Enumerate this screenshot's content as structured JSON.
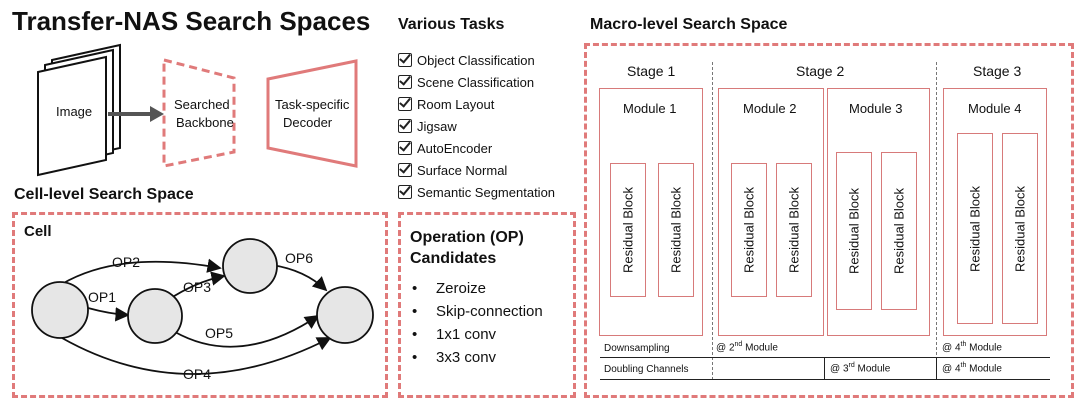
{
  "title": "Transfer-NAS Search Spaces",
  "pipeline": {
    "input": "Image",
    "backbone": [
      "Searched",
      "Backbone"
    ],
    "decoder": [
      "Task-specific",
      "Decoder"
    ]
  },
  "tasks": {
    "heading": "Various Tasks",
    "items": [
      "Object Classification",
      "Scene Classification",
      "Room Layout",
      "Jigsaw",
      "AutoEncoder",
      "Surface Normal",
      "Semantic Segmentation"
    ]
  },
  "cell_space": {
    "heading": "Cell-level Search Space",
    "cell_label": "Cell",
    "ops": [
      "OP1",
      "OP2",
      "OP3",
      "OP4",
      "OP5",
      "OP6"
    ]
  },
  "op_candidates": {
    "heading": [
      "Operation (OP)",
      "Candidates"
    ],
    "items": [
      "Zeroize",
      "Skip-connection",
      "1x1 conv",
      "3x3 conv"
    ]
  },
  "macro": {
    "heading": "Macro-level Search Space",
    "stages": [
      "Stage 1",
      "Stage 2",
      "Stage 3"
    ],
    "modules": [
      "Module 1",
      "Module 2",
      "Module 3",
      "Module 4"
    ],
    "block_label": "Residual Block",
    "downsampling": "Downsampling",
    "doubling": "Doubling Channels",
    "at": "@",
    "nd": "nd",
    "rd": "rd",
    "th": "th",
    "n2": "2",
    "n3": "3",
    "n4": "4",
    "module_word": "Module"
  },
  "colors": {
    "accent": "#e07a7a",
    "module_border": "#d77a7a",
    "node_fill": "#e6e6e6"
  }
}
